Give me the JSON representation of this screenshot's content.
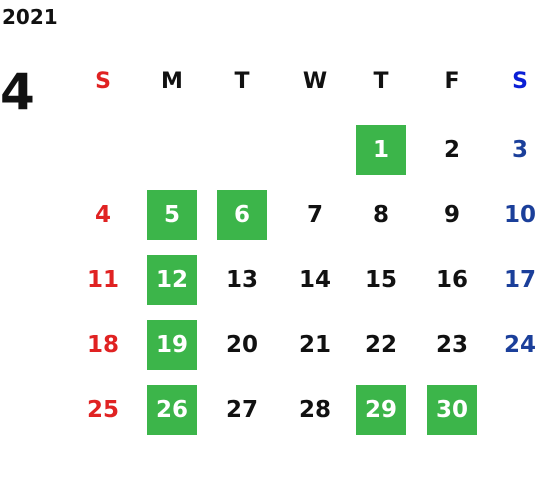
{
  "calendar": {
    "year": "2021",
    "month": "4",
    "weekdays": [
      "S",
      "M",
      "T",
      "W",
      "T",
      "F",
      "S"
    ],
    "weeks": [
      [
        "",
        "",
        "",
        "",
        "1",
        "2",
        "3"
      ],
      [
        "4",
        "5",
        "6",
        "7",
        "8",
        "9",
        "10"
      ],
      [
        "11",
        "12",
        "13",
        "14",
        "15",
        "16",
        "17"
      ],
      [
        "18",
        "19",
        "20",
        "21",
        "22",
        "23",
        "24"
      ],
      [
        "25",
        "26",
        "27",
        "28",
        "29",
        "30",
        ""
      ]
    ],
    "highlighted_days": [
      "1",
      "5",
      "6",
      "12",
      "19",
      "26",
      "29",
      "30"
    ]
  },
  "colors": {
    "highlight": "#3cb54a",
    "sunday": "#e02222",
    "saturday": "#1b3f9a",
    "saturday_header": "#0a1fd6",
    "weekday": "#111111"
  }
}
